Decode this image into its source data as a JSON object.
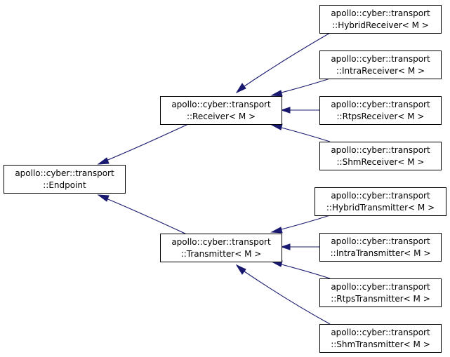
{
  "colors": {
    "edge": "#191970",
    "node_border": "#000000",
    "node_fill": "#ffffff",
    "text": "#000000"
  },
  "nodes": {
    "endpoint": {
      "line1": "apollo::cyber::transport",
      "line2": "::Endpoint"
    },
    "receiver": {
      "line1": "apollo::cyber::transport",
      "line2": "::Receiver< M >"
    },
    "transmitter": {
      "line1": "apollo::cyber::transport",
      "line2": "::Transmitter< M >"
    },
    "hybrid_receiver": {
      "line1": "apollo::cyber::transport",
      "line2": "::HybridReceiver< M >"
    },
    "intra_receiver": {
      "line1": "apollo::cyber::transport",
      "line2": "::IntraReceiver< M >"
    },
    "rtps_receiver": {
      "line1": "apollo::cyber::transport",
      "line2": "::RtpsReceiver< M >"
    },
    "shm_receiver": {
      "line1": "apollo::cyber::transport",
      "line2": "::ShmReceiver< M >"
    },
    "hybrid_transmitter": {
      "line1": "apollo::cyber::transport",
      "line2": "::HybridTransmitter< M >"
    },
    "intra_transmitter": {
      "line1": "apollo::cyber::transport",
      "line2": "::IntraTransmitter< M >"
    },
    "rtps_transmitter": {
      "line1": "apollo::cyber::transport",
      "line2": "::RtpsTransmitter< M >"
    },
    "shm_transmitter": {
      "line1": "apollo::cyber::transport",
      "line2": "::ShmTransmitter< M >"
    }
  },
  "edges": [
    {
      "from": "receiver",
      "to": "endpoint"
    },
    {
      "from": "transmitter",
      "to": "endpoint"
    },
    {
      "from": "hybrid_receiver",
      "to": "receiver"
    },
    {
      "from": "intra_receiver",
      "to": "receiver"
    },
    {
      "from": "rtps_receiver",
      "to": "receiver"
    },
    {
      "from": "shm_receiver",
      "to": "receiver"
    },
    {
      "from": "hybrid_transmitter",
      "to": "transmitter"
    },
    {
      "from": "intra_transmitter",
      "to": "transmitter"
    },
    {
      "from": "rtps_transmitter",
      "to": "transmitter"
    },
    {
      "from": "shm_transmitter",
      "to": "transmitter"
    }
  ]
}
